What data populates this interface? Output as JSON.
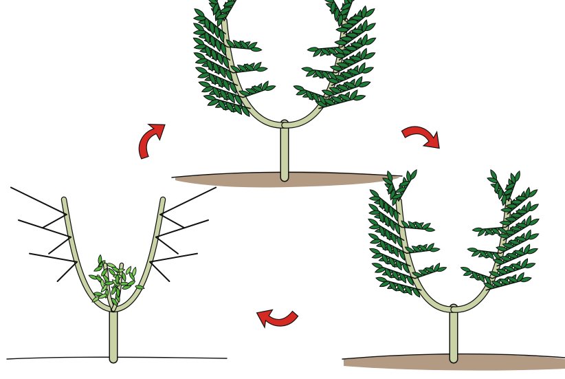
{
  "title": "",
  "colors": {
    "background": "#ffffff",
    "leaf_dark": "#1e7a36",
    "leaf_light": "#5cb840",
    "bark": "#c9d3a6",
    "soil": "#b39a82",
    "arrow": "#d42a23",
    "outline": "#111111"
  },
  "stages": [
    {
      "id": "stage-full-canopy",
      "state": "full foliage on two-scaffold tree",
      "soil": true
    },
    {
      "id": "stage-regrown-canopy",
      "state": "regrown foliage on two-scaffold tree",
      "soil": true
    },
    {
      "id": "stage-pollarded",
      "state": "cut back bare branches with new shoots in centre",
      "soil": false
    }
  ],
  "arrows": [
    {
      "id": "cycle-arrow-1",
      "direction": "down-right"
    },
    {
      "id": "cycle-arrow-2",
      "direction": "left"
    },
    {
      "id": "cycle-arrow-3",
      "direction": "up-right"
    }
  ]
}
